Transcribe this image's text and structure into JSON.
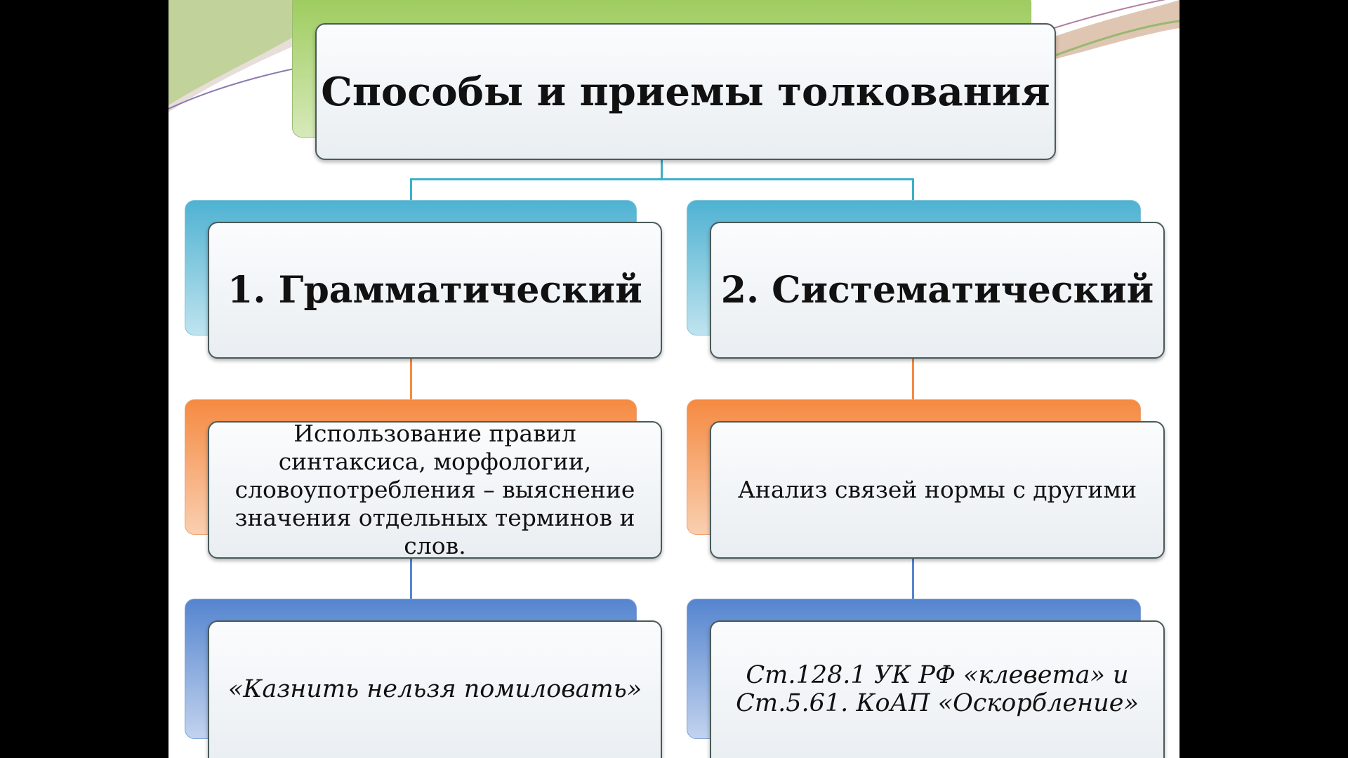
{
  "title": "Способы и приемы толкования",
  "columns": [
    {
      "heading": "1. Грамматический",
      "description": "Использование правил синтаксиса, морфологии, словоупотребления – выяснение значения отдельных терминов и слов.",
      "example": "«Казнить нельзя помиловать»"
    },
    {
      "heading": "2. Систематический",
      "description": "Анализ связей нормы с другими",
      "example": "Ст.128.1 УК РФ «клевета» и Ст.5.61. КоАП «Оскорбление»"
    }
  ],
  "colors": {
    "green": "#9ccb5b",
    "blue": "#4fb2d2",
    "orange": "#f58a42",
    "navy": "#5585cf"
  }
}
